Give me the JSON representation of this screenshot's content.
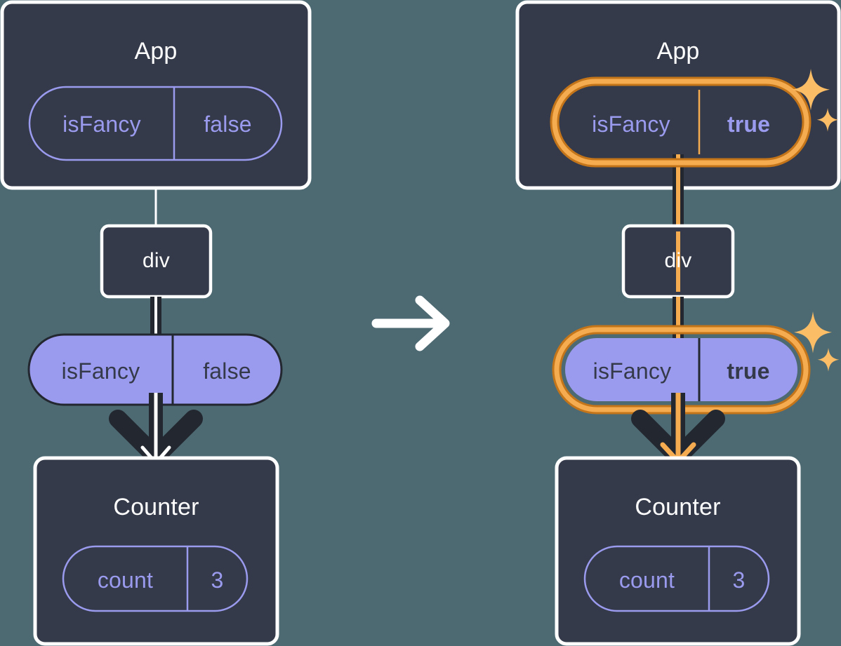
{
  "diagram": {
    "title_hidden": "",
    "background_color": "#4d6a73",
    "transition_icon": "right-arrow-icon",
    "panels": [
      {
        "id": "before",
        "state_highlighted": false,
        "app": {
          "label": "App",
          "prop": {
            "name": "isFancy",
            "value": "false",
            "style": "outline",
            "highlighted": false
          }
        },
        "div": {
          "label": "div"
        },
        "prop_pill": {
          "name": "isFancy",
          "value": "false",
          "style": "filled",
          "highlighted": false
        },
        "counter": {
          "label": "Counter",
          "prop": {
            "name": "count",
            "value": "3",
            "style": "outline"
          }
        },
        "sparkles": false
      },
      {
        "id": "after",
        "state_highlighted": true,
        "app": {
          "label": "App",
          "prop": {
            "name": "isFancy",
            "value": "true",
            "style": "outline",
            "highlighted": true
          }
        },
        "div": {
          "label": "div"
        },
        "prop_pill": {
          "name": "isFancy",
          "value": "true",
          "style": "filled",
          "highlighted": true
        },
        "counter": {
          "label": "Counter",
          "prop": {
            "name": "count",
            "value": "3",
            "style": "outline"
          }
        },
        "sparkles": true
      }
    ],
    "colors": {
      "background": "#4d6a73",
      "node_fill": "#343a49",
      "node_border": "#ffffff",
      "prop_purple_fill": "#9a9aee",
      "prop_purple_line": "#9a9aee",
      "prop_text_dark": "#353a4a",
      "arrow_dark": "#23272f",
      "arrow_white": "#ffffff",
      "highlight_outer": "#c4751a",
      "highlight_inner": "#f5ab50",
      "sparkle": "#fbbd65"
    }
  }
}
